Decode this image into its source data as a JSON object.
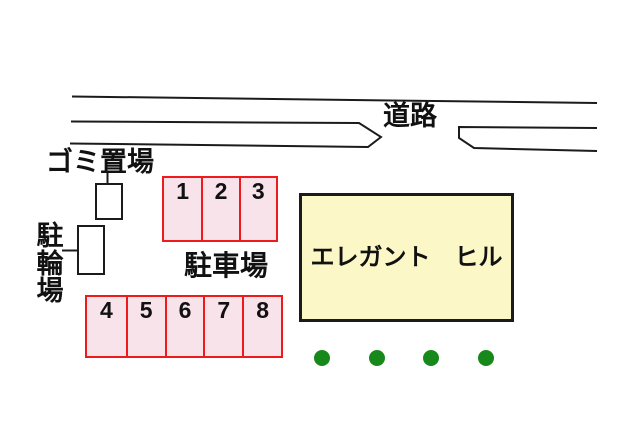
{
  "road": {
    "label": "道路"
  },
  "garbage": {
    "label": "ゴミ置場"
  },
  "bicycle": {
    "label": "駐輪場",
    "chars": [
      "駐",
      "輪",
      "場"
    ]
  },
  "parking": {
    "label": "駐車場",
    "row_top": [
      "1",
      "2",
      "3"
    ],
    "row_bottom": [
      "4",
      "5",
      "6",
      "7",
      "8"
    ]
  },
  "building": {
    "name": "エレガント　ヒル"
  },
  "trees": {
    "count": 4
  },
  "colors": {
    "stall_border": "#ee1a1c",
    "stall_fill": "#f8e3ea",
    "building_fill": "#fbf7c6",
    "building_border": "#1b1b1b",
    "tree_green": "#17891a",
    "line_black": "#1b1b1b",
    "text": "#111111"
  }
}
